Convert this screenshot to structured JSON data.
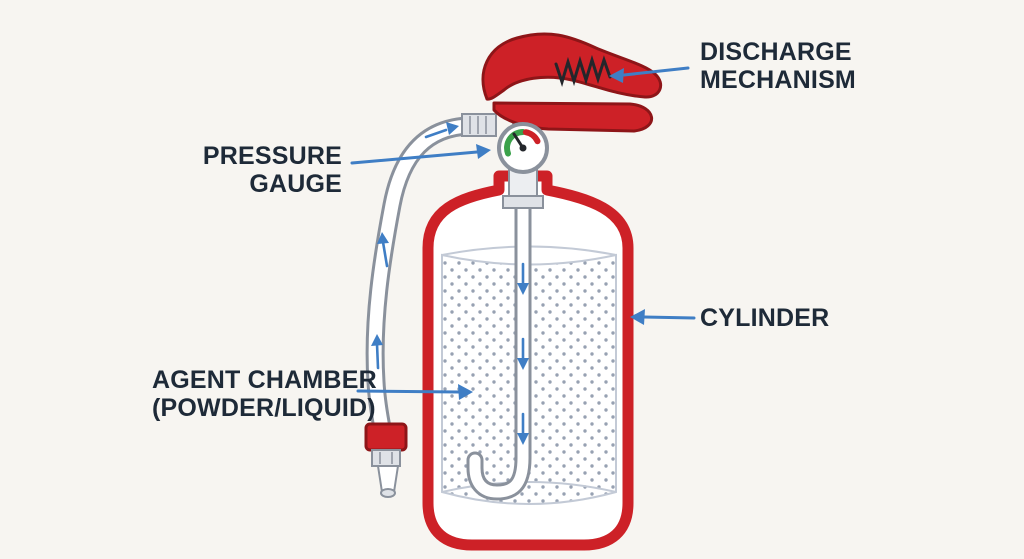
{
  "colors": {
    "bg": "#f7f5f1",
    "red": "#cd2127",
    "red_outline": "#8e1518",
    "navy": "#1e2a38",
    "blue": "#3f7ec5",
    "green": "#3ba24b",
    "metal": "#dfe2e7",
    "metal_stroke": "#8a919c",
    "dot": "#97a1b2",
    "ink": "#23262b"
  },
  "labels": {
    "discharge_mechanism": {
      "line1": "DISCHARGE",
      "line2": "MECHANISM"
    },
    "pressure_gauge": {
      "line1": "PRESSURE",
      "line2": "GAUGE"
    },
    "cylinder": {
      "line1": "CYLINDER"
    },
    "agent_chamber": {
      "line1": "AGENT CHAMBER",
      "line2": "(POWDER/LIQUID)"
    }
  }
}
